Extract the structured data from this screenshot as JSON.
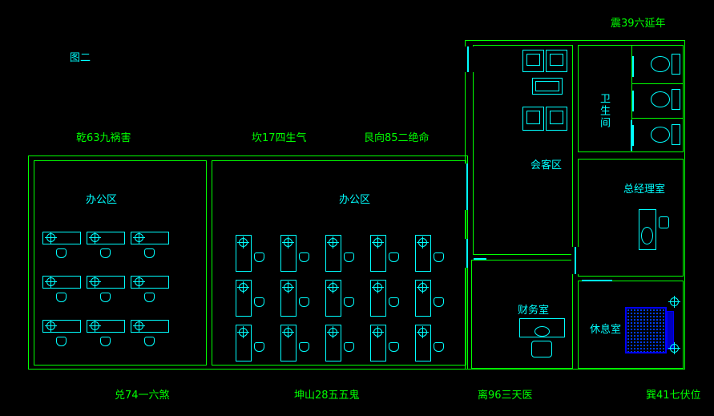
{
  "figure_title": "图二",
  "compass": {
    "qian": "乾63九祸害",
    "kan": "坎17四生气",
    "gen": "艮向85二绝命",
    "zhen": "震39六延年",
    "dui": "兑74一六煞",
    "kun": "坤山28五五鬼",
    "li": "离96三天医",
    "xun": "巽41七伏位"
  },
  "rooms": {
    "office_left": "办公区",
    "office_right": "办公区",
    "meeting": "会客区",
    "bathroom": "卫生间",
    "manager": "总经理室",
    "finance": "财务室",
    "lounge": "休息室"
  },
  "colors": {
    "background": "#000000",
    "wall": "#00ff00",
    "furniture": "#00ffff",
    "bed": "#0000ff"
  }
}
